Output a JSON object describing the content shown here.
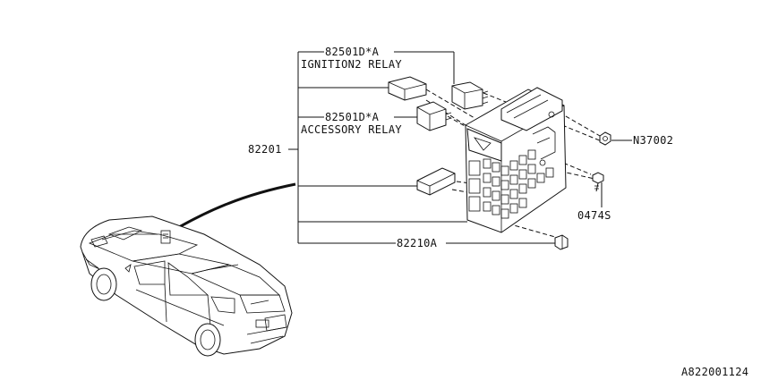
{
  "callouts": {
    "relay_ignition_part": "82501D*A",
    "relay_ignition_name": "IGNITION2 RELAY",
    "relay_accessory_part": "82501D*A",
    "relay_accessory_name": "ACCESSORY RELAY",
    "fuse_box": "82201",
    "nut": "N37002",
    "bolt": "0474S",
    "fuse_clip": "82210A"
  },
  "diagram_id": "A822001124"
}
